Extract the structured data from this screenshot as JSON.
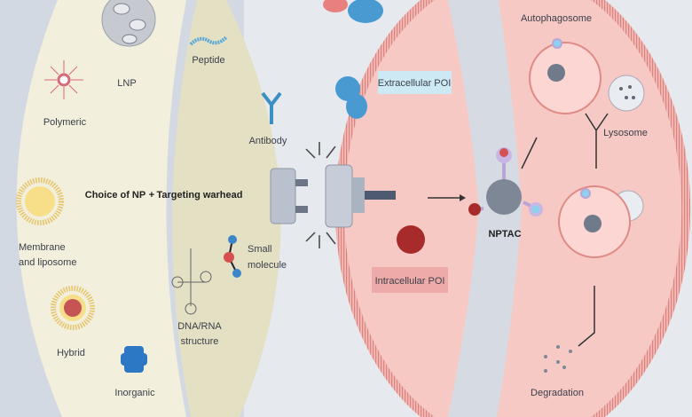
{
  "left_panel": {
    "np_title": "Choice of NP",
    "plus": "+",
    "warhead_title": "Targeting warhead",
    "nanoparticles": [
      "LNP",
      "Polymeric",
      "Membrane",
      "and liposome",
      "Hybrid",
      "Inorganic"
    ],
    "warheads": [
      "Peptide",
      "Antibody",
      "Small",
      "molecule",
      "DNA/RNA",
      "structure"
    ]
  },
  "cell": {
    "extracellular": "Extracellular POI",
    "intracellular": "Intracellular POI",
    "nptac": "NPTAC",
    "autophagosome": "Autophagosome",
    "lysosome": "Lysosome",
    "degradation": "Degradation"
  },
  "colors": {
    "np_lens": "#f2efdc",
    "warhead_lens": "#e4e0c4",
    "cell": "#f6c9c4",
    "membrane": "#e79a98",
    "extracellular_box": "#cdeaf4",
    "intracellular_box": "#eeaaa8"
  }
}
